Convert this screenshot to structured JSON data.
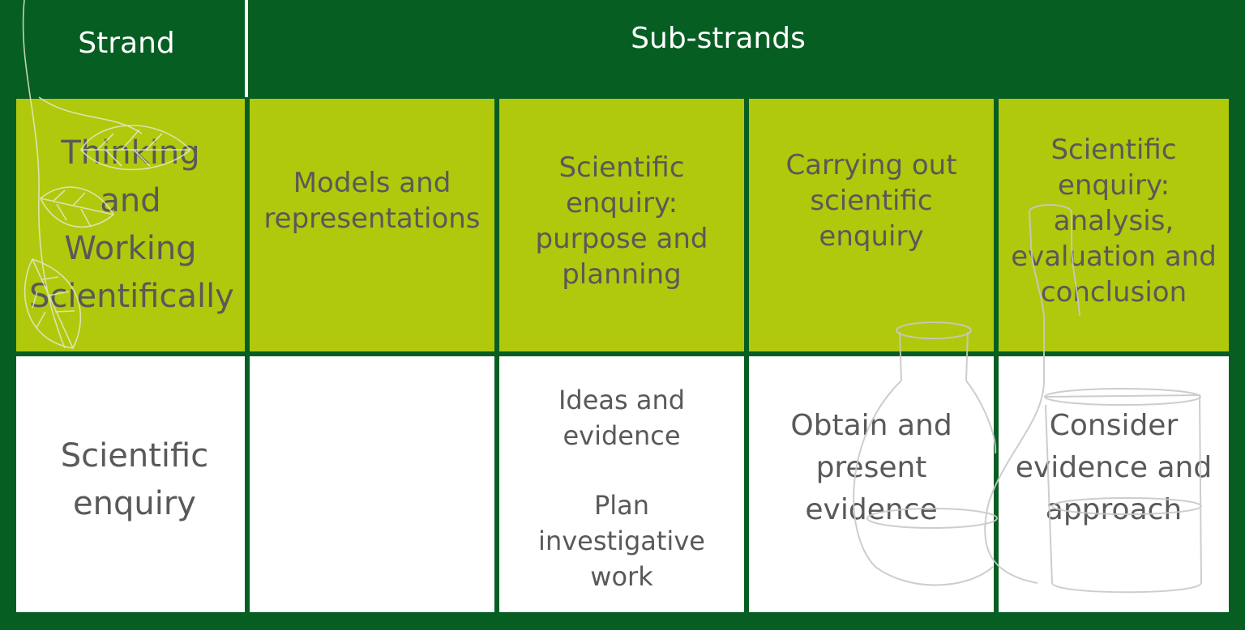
{
  "header": {
    "strand_label": "Strand",
    "substrands_label": "Sub-strands"
  },
  "strand_row": {
    "strand": "Thinking and Working Scientifically",
    "substrands": [
      "Models and representations",
      "Scientific enquiry: purpose and planning",
      "Carrying out scientific enquiry",
      "Scientific enquiry: analysis, evaluation and conclusion"
    ]
  },
  "enquiry_row": {
    "strand": "Scientific enquiry",
    "cells": [
      {
        "items": []
      },
      {
        "items": [
          "Ideas and evidence",
          "Plan investigative work"
        ]
      },
      {
        "items": [
          "Obtain and present evidence"
        ]
      },
      {
        "items": [
          "Consider evidence and approach"
        ]
      }
    ]
  },
  "colors": {
    "background": "#065e22",
    "highlight_row": "#b0c90c",
    "body_row": "#ffffff",
    "text": "#595959",
    "header_text": "#ffffff"
  },
  "decorations": [
    "leaf-branch-icon",
    "lab-glassware-icon"
  ]
}
